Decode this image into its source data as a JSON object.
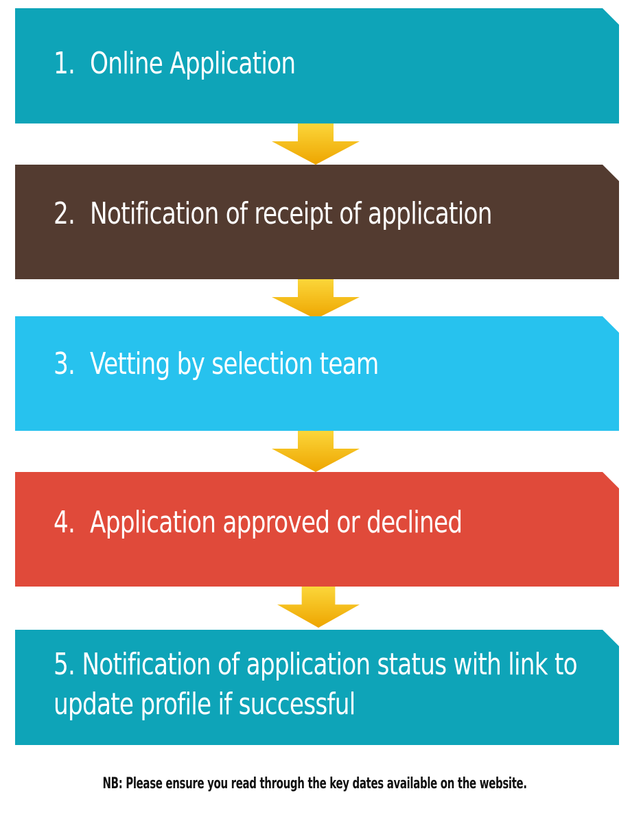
{
  "steps": [
    {
      "number": "1.",
      "label": "Online Application",
      "color": "#0ea4b8"
    },
    {
      "number": "2.",
      "label": "Notification of receipt of application",
      "color": "#533b30"
    },
    {
      "number": "3.",
      "label": "Vetting by selection team",
      "color": "#27c2ee"
    },
    {
      "number": "4.",
      "label": "Application approved or declined",
      "color": "#e04a3a"
    },
    {
      "number": "5.",
      "label": "Notification of application status with link to update profile if successful",
      "color": "#0ea4b8"
    }
  ],
  "connectors": [
    {
      "icon": "down-arrow-icon",
      "color": "#f5b800"
    },
    {
      "icon": "down-arrow-icon",
      "color": "#f5b800"
    },
    {
      "icon": "down-arrow-icon",
      "color": "#f5b800"
    },
    {
      "icon": "down-arrow-icon",
      "color": "#f5b800"
    }
  ],
  "note": "NB: Please ensure you read through the key dates available on the website."
}
